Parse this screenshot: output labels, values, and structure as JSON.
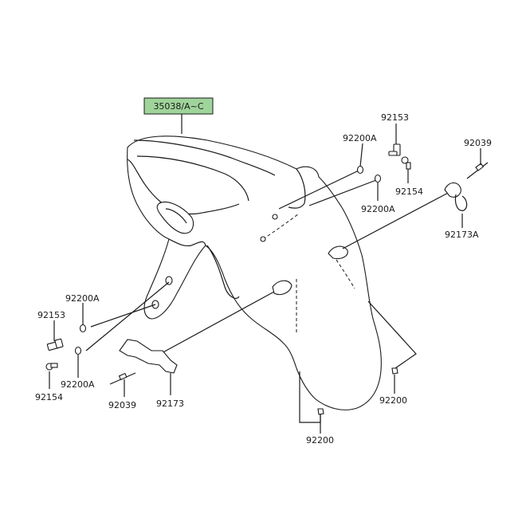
{
  "diagram": {
    "highlight_color": "#9fd49a",
    "labels": {
      "main_part": "35038/A~C",
      "p92153_right": "92153",
      "p92200A_right_1": "92200A",
      "p92154_right": "92154",
      "p92200A_right_2": "92200A",
      "p92039_right": "92039",
      "p92173A": "92173A",
      "p92200A_left_1": "92200A",
      "p92153_left": "92153",
      "p92200A_left_2": "92200A",
      "p92154_left": "92154",
      "p92039_left": "92039",
      "p92173": "92173",
      "p92200_right": "92200",
      "p92200_bottom": "92200"
    }
  }
}
